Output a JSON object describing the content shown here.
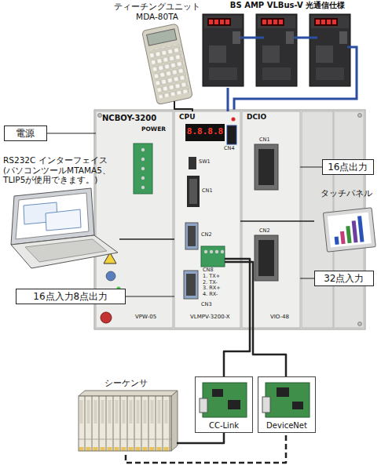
{
  "diagram": {
    "nodes": [
      {
        "text": [
          "ティーチングユニット MDA-80TA"
        ]
      },
      {
        "text": [
          "BS AMP VLBus-V 光通信仕様"
        ]
      },
      {
        "text": [
          "NCBOY-3200"
        ]
      },
      {
        "text": [
          "POWER",
          "VPW-05"
        ],
        "in": 2
      },
      {
        "text": [
          "CPU",
          "VLMPV-3200-X"
        ],
        "in": 2
      },
      {
        "text": [
          "DCIO",
          "VIO-48"
        ],
        "in": 2
      },
      {
        "text": [
          "電源"
        ]
      },
      {
        "text": [
          "RS232C インターフェイス (パソコンツールMTAMA5、 TLIP5が使用できます。)"
        ]
      },
      {
        "text": [
          "16点出力"
        ]
      },
      {
        "text": [
          "タッチパネル"
        ]
      },
      {
        "text": [
          "32点入力"
        ]
      },
      {
        "text": [
          "16点入力8点出力"
        ]
      },
      {
        "text": [
          "シーケンサ"
        ]
      },
      {
        "text": [
          "CC-Link"
        ]
      },
      {
        "text": [
          "DeviceNet"
        ]
      }
    ],
    "edges": [
      {
        "from": 0,
        "to": 4,
        "arrow": "none"
      },
      {
        "from": 1,
        "to": 4,
        "arrow": "none"
      },
      {
        "from": 7,
        "to": 4,
        "arrow": "none"
      },
      {
        "from": 9,
        "to": 4,
        "arrow": "none"
      },
      {
        "from": 4,
        "to": 13,
        "arrow": "none"
      },
      {
        "from": 4,
        "to": 14,
        "arrow": "none"
      },
      {
        "from": 12,
        "to": 13,
        "arrow": "none"
      },
      {
        "from": 12,
        "to": 14,
        "arrow": "none"
      },
      {
        "from": 6,
        "to": 3,
        "arrow": "none"
      },
      {
        "from": 8,
        "to": 5,
        "arrow": "none"
      },
      {
        "from": 10,
        "to": 5,
        "arrow": "none"
      },
      {
        "from": 11,
        "to": 4,
        "arrow": "none"
      }
    ],
    "labels": [
      "8.8.8.8",
      "SW1",
      "CN4",
      "CN1",
      "CN2",
      "CN8",
      "1. TX+",
      "2. TX-",
      "3. RX+",
      "4. RX-",
      "CN3",
      "CN1",
      "CN2"
    ]
  }
}
